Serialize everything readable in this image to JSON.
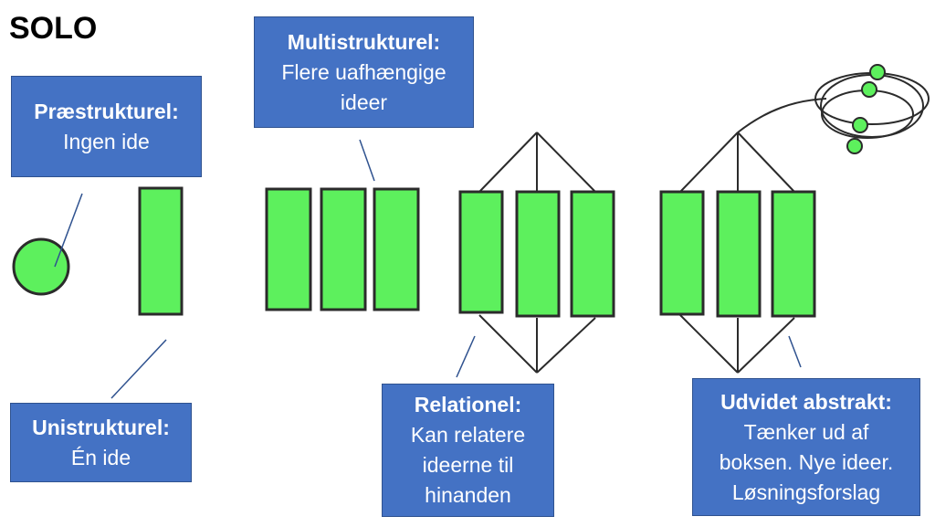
{
  "title": "SOLO",
  "levels": {
    "prestructural": {
      "heading": "Præstrukturel:",
      "lines": [
        "Ingen ide"
      ]
    },
    "unistructural": {
      "heading": "Unistrukturel:",
      "lines": [
        "Én ide"
      ]
    },
    "multistructural": {
      "heading": "Multistrukturel:",
      "lines": [
        "Flere uafhængige",
        "ideer"
      ]
    },
    "relational": {
      "heading": "Relationel:",
      "lines": [
        "Kan relatere",
        "ideerne til",
        "hinanden"
      ]
    },
    "extended_abstract": {
      "heading": "Udvidet abstrakt:",
      "lines": [
        "Tænker ud af",
        "boksen. Nye ideer.",
        "Løsningsforslag"
      ]
    }
  },
  "colors": {
    "box_fill": "#4472c4",
    "shape_fill": "#5df05d",
    "outline": "#2b2b2b"
  }
}
